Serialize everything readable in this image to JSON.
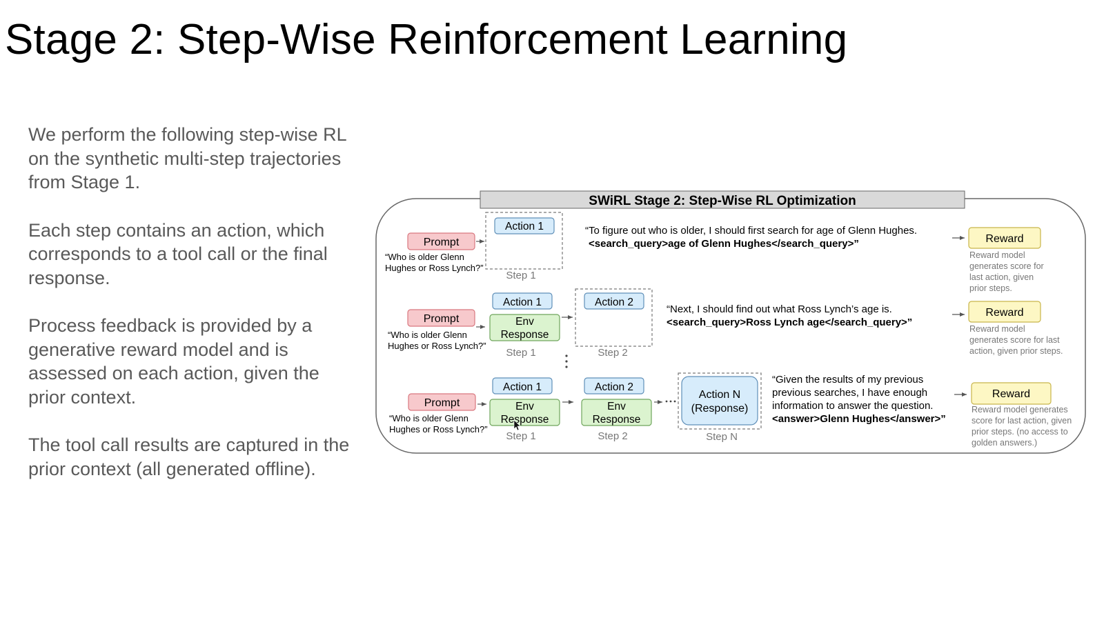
{
  "slide": {
    "title": "Stage 2: Step-Wise Reinforcement Learning",
    "paragraphs": [
      "We perform the following step-wise RL on the synthetic multi-step trajectories from Stage 1.",
      "Each step contains an action, which corresponds to a tool call or the final response.",
      "Process feedback is provided by a generative reward model and is assessed on each action, given the prior context.",
      "The tool call results are captured in the prior context (all generated offline)."
    ]
  },
  "diagram": {
    "title": "SWiRL Stage 2: Step-Wise RL Optimization",
    "colors": {
      "prompt": "#f7c9cc",
      "prompt_border": "#d9777f",
      "action": "#d7ecfb",
      "action_border": "#5f8fb8",
      "env": "#dbf3cf",
      "env_border": "#6fa55c",
      "reward": "#fdf7c4",
      "reward_border": "#c8b54a",
      "header": "#d9d9d9"
    },
    "rows": [
      {
        "prompt_label": "Prompt",
        "question_line1": "“Who is older Glenn",
        "question_line2": "Hughes or Ross Lynch?”",
        "steps": [
          {
            "action": "Action 1",
            "step": "Step 1"
          }
        ],
        "quote_line1": "“To figure out who is older, I should first search for age of Glenn Hughes.",
        "quote_line2": "<search_query>age of Glenn Hughes</search_query>”",
        "reward_label": "Reward",
        "reward_desc": [
          "Reward model",
          "generates score for",
          "last action, given",
          "prior steps."
        ]
      },
      {
        "prompt_label": "Prompt",
        "question_line1": "“Who is older Glenn",
        "question_line2": "Hughes or Ross Lynch?”",
        "steps": [
          {
            "action": "Action 1",
            "env1": "Env",
            "env2": "Response",
            "step": "Step 1"
          },
          {
            "action": "Action 2",
            "step": "Step 2"
          }
        ],
        "quote_line1": "“Next, I should find out what Ross Lynch’s age is.",
        "quote_line2": "<search_query>Ross Lynch age</search_query>”",
        "reward_label": "Reward",
        "reward_desc": [
          "Reward model",
          "generates score for last",
          "action, given prior steps."
        ]
      },
      {
        "prompt_label": "Prompt",
        "question_line1": "“Who is older Glenn",
        "question_line2": "Hughes or Ross Lynch?”",
        "steps": [
          {
            "action": "Action 1",
            "env1": "Env",
            "env2": "Response",
            "step": "Step 1"
          },
          {
            "action": "Action 2",
            "env1": "Env",
            "env2": "Response",
            "step": "Step 2"
          },
          {
            "action1": "Action N",
            "action2": "(Response)",
            "step": "Step N"
          }
        ],
        "quote_lines": [
          "“Given the results of my previous",
          "previous searches, I have enough",
          "information to answer the question."
        ],
        "quote_bold": "<answer>Glenn Hughes</answer>”",
        "reward_label": "Reward",
        "reward_desc": [
          "Reward model generates",
          "score for last action, given",
          "prior steps. (no access to",
          "golden answers.)"
        ]
      }
    ]
  }
}
